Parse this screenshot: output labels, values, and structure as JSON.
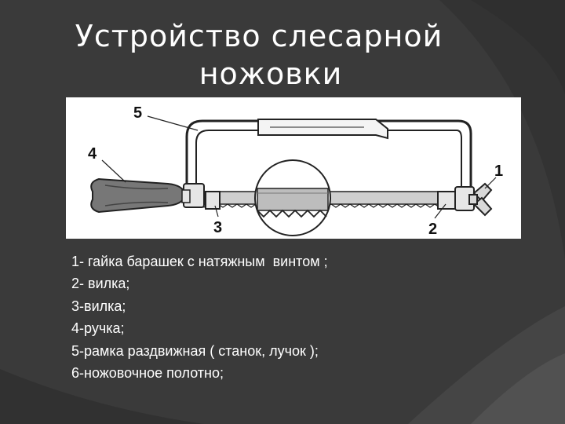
{
  "slide": {
    "title_line1": "Устройство слесарной",
    "title_line2": "ножовки",
    "callouts": {
      "c1": "1",
      "c2": "2",
      "c3": "3",
      "c4": "4",
      "c5": "5"
    },
    "legend": [
      "1- гайка барашек с натяжным  винтом ;",
      "2- вилка;",
      "3-вилка;",
      "4-ручка;",
      "5-рамка раздвижная ( станок, лучок );",
      "6-ножовочное полотно;"
    ],
    "colors": {
      "background": "#3a3a3a",
      "accent_dark": "#2b2b2b",
      "text": "#ffffff"
    }
  }
}
